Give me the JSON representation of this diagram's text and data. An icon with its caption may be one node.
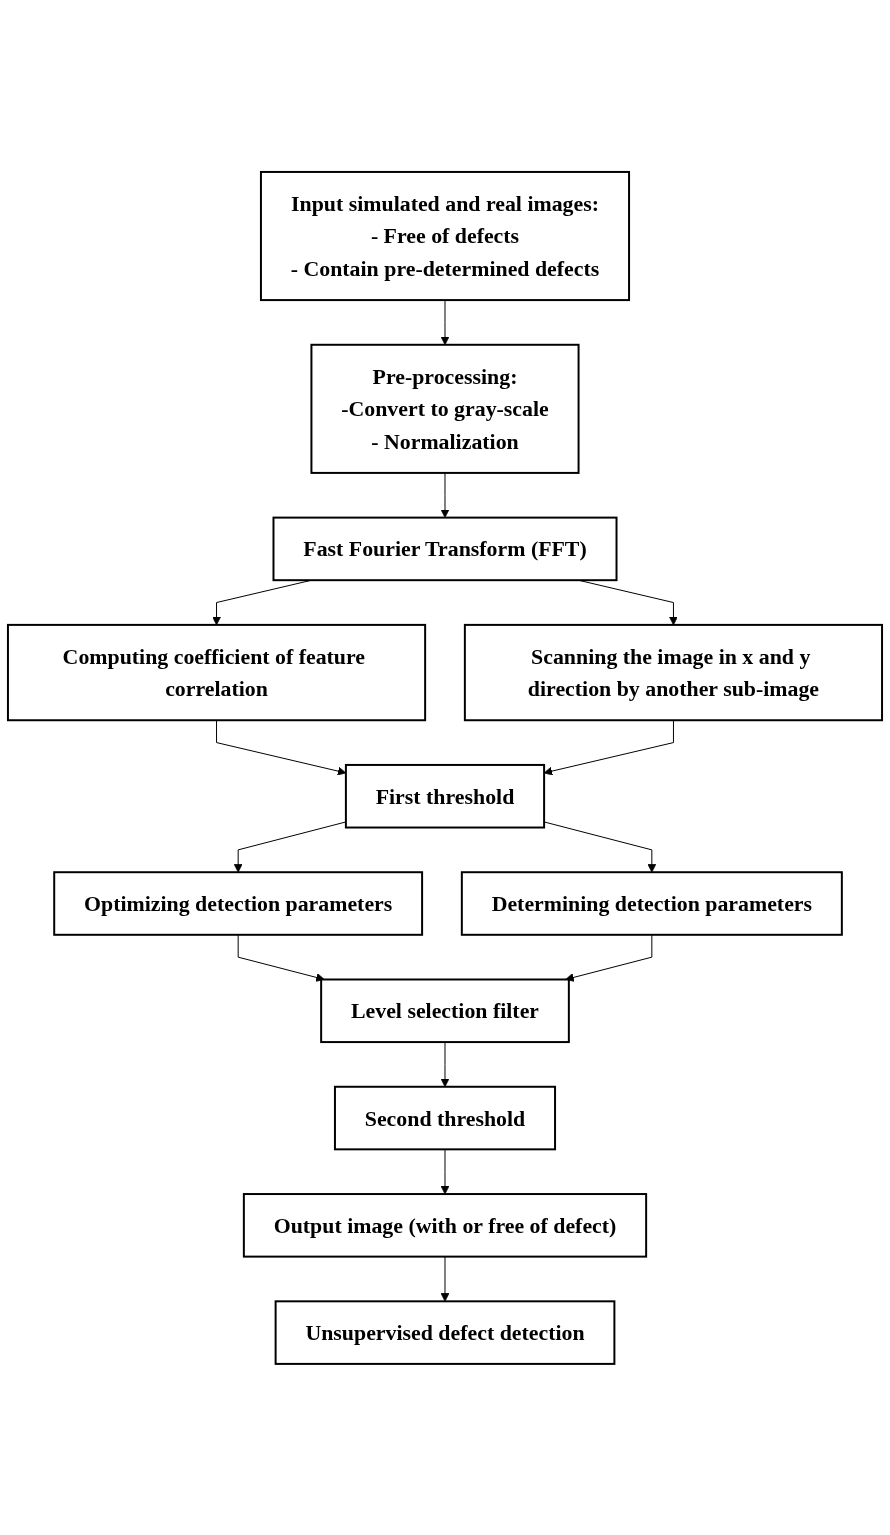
{
  "diagram": {
    "nodes": [
      {
        "text": [
          "Input simulated and real images:",
          "- Free of defects",
          "- Contain pre-determined defects"
        ]
      },
      {
        "text": [
          "Pre-processing:",
          "-Convert to gray-scale",
          "- Normalization"
        ]
      },
      {
        "text": [
          "Fast Fourier Transform (FFT)"
        ]
      },
      {
        "text": [
          "Computing coefficient of feature correlation"
        ]
      },
      {
        "text": [
          "Scanning the image in x and y direction by another sub-image"
        ]
      },
      {
        "text": [
          "First threshold"
        ]
      },
      {
        "text": [
          "Optimizing detection parameters"
        ]
      },
      {
        "text": [
          "Determining detection parameters"
        ]
      },
      {
        "text": [
          "Level selection filter"
        ]
      },
      {
        "text": [
          "Second threshold"
        ]
      },
      {
        "text": [
          "Output image (with or free of defect)"
        ]
      },
      {
        "text": [
          "Unsupervised defect detection"
        ]
      }
    ],
    "edges": [
      {
        "from": 0,
        "to": 1,
        "arrow": "to"
      },
      {
        "from": 1,
        "to": 2,
        "arrow": "to"
      },
      {
        "from": 2,
        "to": 3,
        "arrow": "to"
      },
      {
        "from": 2,
        "to": 4,
        "arrow": "to"
      },
      {
        "from": 3,
        "to": 5,
        "arrow": "to"
      },
      {
        "from": 4,
        "to": 5,
        "arrow": "to"
      },
      {
        "from": 5,
        "to": 6,
        "arrow": "to"
      },
      {
        "from": 5,
        "to": 7,
        "arrow": "to"
      },
      {
        "from": 6,
        "to": 8,
        "arrow": "to"
      },
      {
        "from": 7,
        "to": 8,
        "arrow": "to"
      },
      {
        "from": 8,
        "to": 9,
        "arrow": "to"
      },
      {
        "from": 9,
        "to": 10,
        "arrow": "to"
      },
      {
        "from": 10,
        "to": 11,
        "arrow": "to"
      }
    ]
  }
}
